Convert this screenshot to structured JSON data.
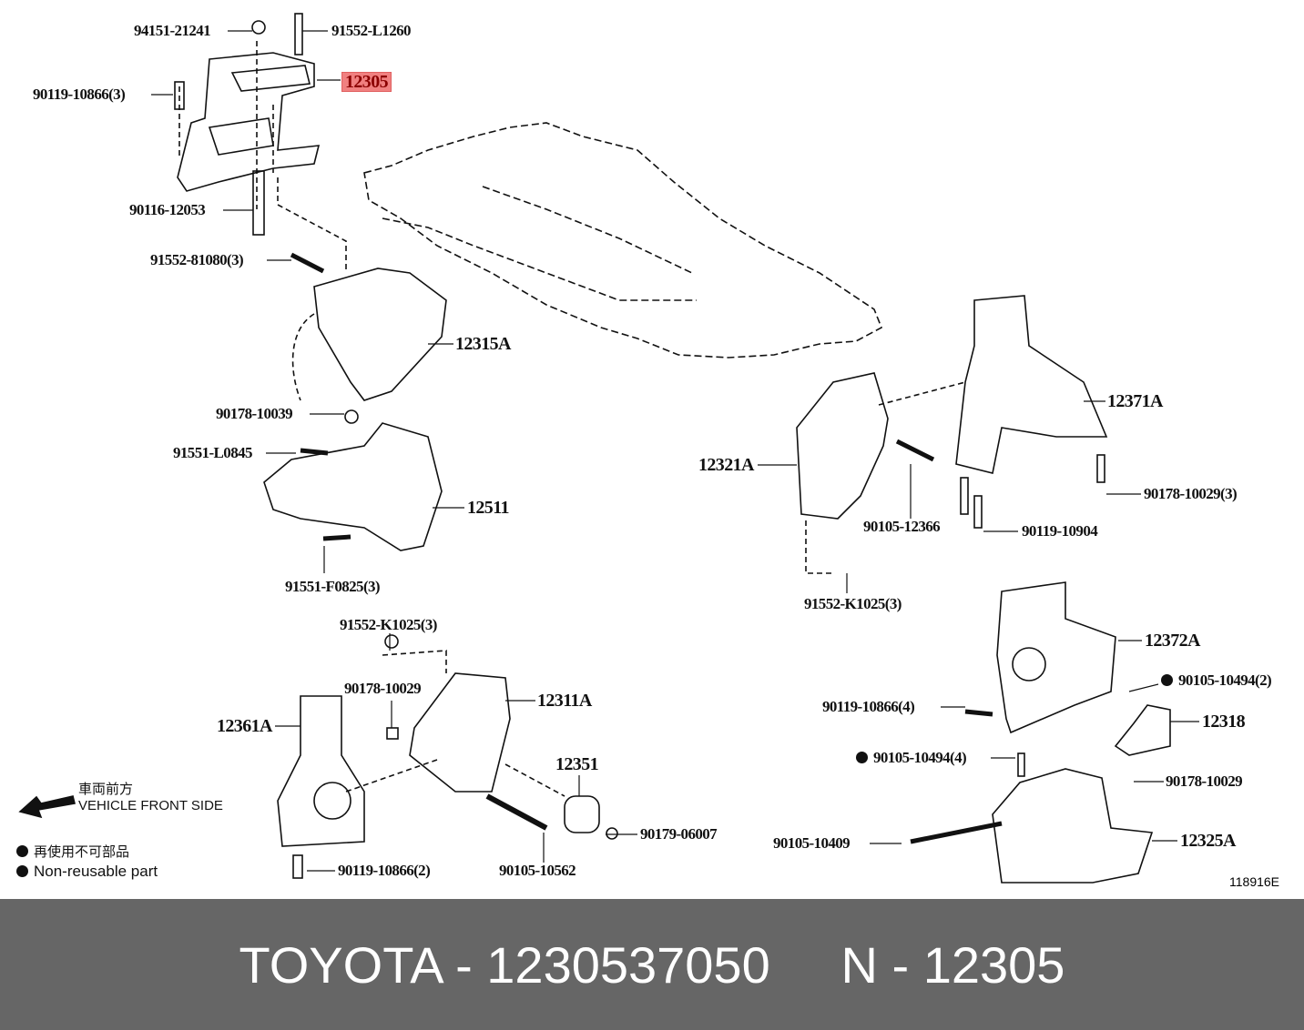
{
  "labels": {
    "p94151_21241": "94151-21241",
    "p91552_L1260": "91552-L1260",
    "p12305": "12305",
    "p90119_10866_3": "90119-10866(3)",
    "p90116_12053": "90116-12053",
    "p91552_81080_3": "91552-81080(3)",
    "p12315A": "12315A",
    "p90178_10039": "90178-10039",
    "p91551_L0845": "91551-L0845",
    "p12511": "12511",
    "p91551_F0825_3": "91551-F0825(3)",
    "p91552_K1025_3a": "91552-K1025(3)",
    "p90178_10029a": "90178-10029",
    "p12311A": "12311A",
    "p12361A": "12361A",
    "p12351": "12351",
    "p90179_06007": "90179-06007",
    "p90105_10562": "90105-10562",
    "p90119_10866_2": "90119-10866(2)",
    "p12321A": "12321A",
    "p90105_12366": "90105-12366",
    "p12371A": "12371A",
    "p90178_10029_3": "90178-10029(3)",
    "p90119_10904": "90119-10904",
    "p91552_K1025_3b": "91552-K1025(3)",
    "p12372A": "12372A",
    "p90105_10494_2": "90105-10494(2)",
    "p12318": "12318",
    "p90119_10866_4": "90119-10866(4)",
    "p90105_10494_4": "90105-10494(4)",
    "p90178_10029b": "90178-10029",
    "p90105_10409": "90105-10409",
    "p12325A": "12325A"
  },
  "legend": {
    "front_jp": "車両前方",
    "front_en": "VEHICLE FRONT SIDE",
    "nonreusable_jp": "再使用不可部品",
    "nonreusable_en": "Non-reusable part"
  },
  "illustration_ref": "118916E",
  "footer": {
    "text": "TOYOTA - 1230537050     N - 12305"
  },
  "colors": {
    "highlight": "#f08080",
    "footer_bg": "#666666"
  }
}
